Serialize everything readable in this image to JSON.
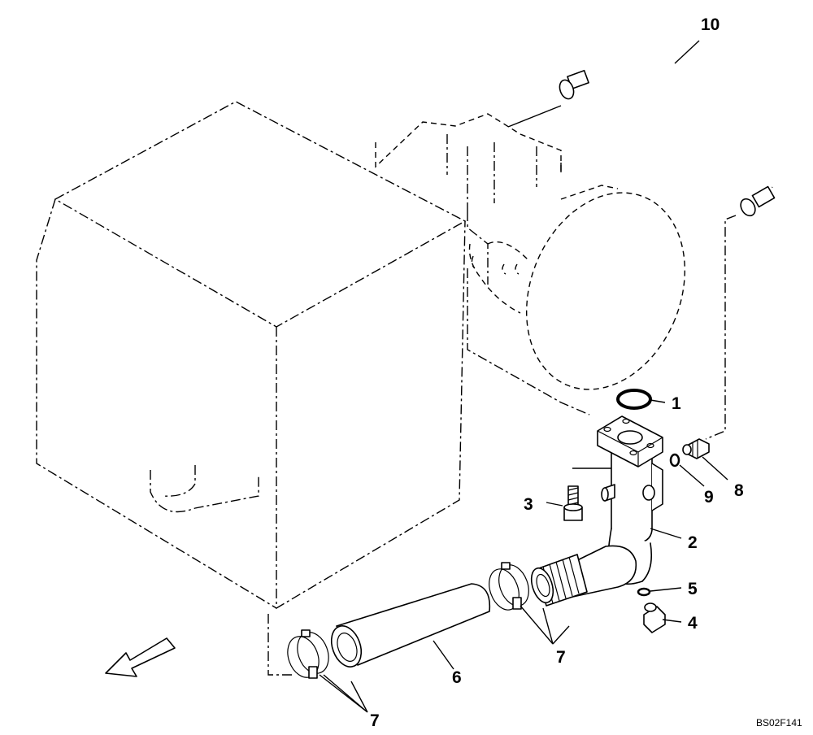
{
  "diagram": {
    "callouts": {
      "c1": "1",
      "c2": "2",
      "c3": "3",
      "c4": "4",
      "c5": "5",
      "c6": "6",
      "c7a": "7",
      "c7b": "7",
      "c8": "8",
      "c9": "9",
      "c10": "10"
    },
    "figure_id": "BS02F141",
    "direction_arrow_icon": "front-arrow-icon"
  }
}
